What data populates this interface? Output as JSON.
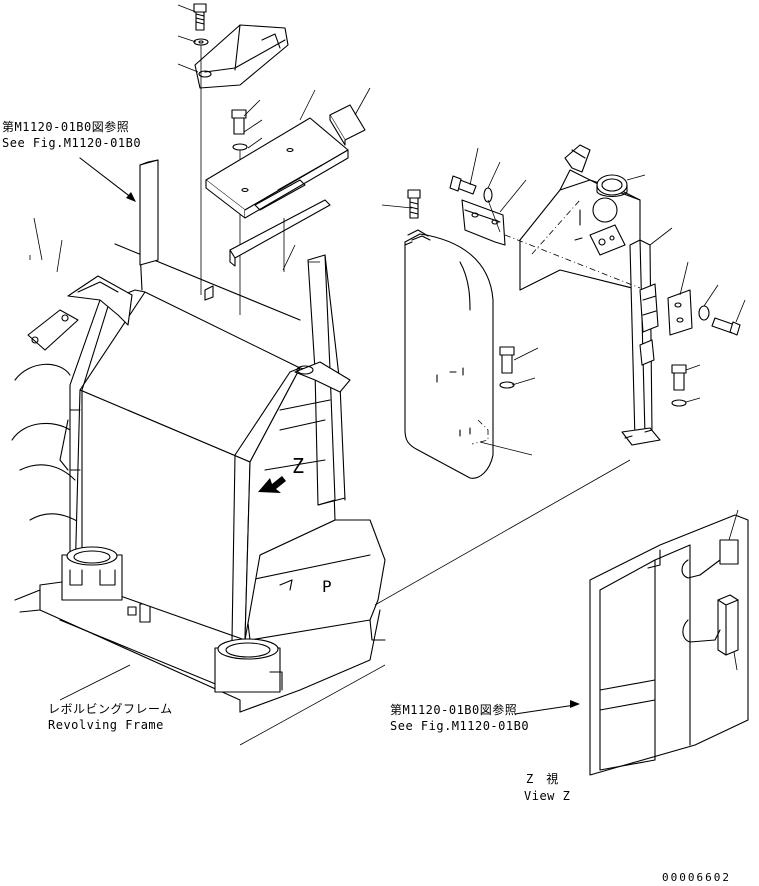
{
  "labels": {
    "ref_top_jp": "第M1120-01B0図参照",
    "ref_top_en": "See Fig.M1120-01B0",
    "frame_jp": "レボルビングフレーム",
    "frame_en": "Revolving Frame",
    "ref_bottom_jp": "第M1120-01B0図参照",
    "ref_bottom_en": "See Fig.M1120-01B0",
    "view_jp": "Z　視",
    "view_en": "View Z",
    "arrow_z": "Z",
    "mark_p": "P",
    "drawing_no": "00006602"
  }
}
